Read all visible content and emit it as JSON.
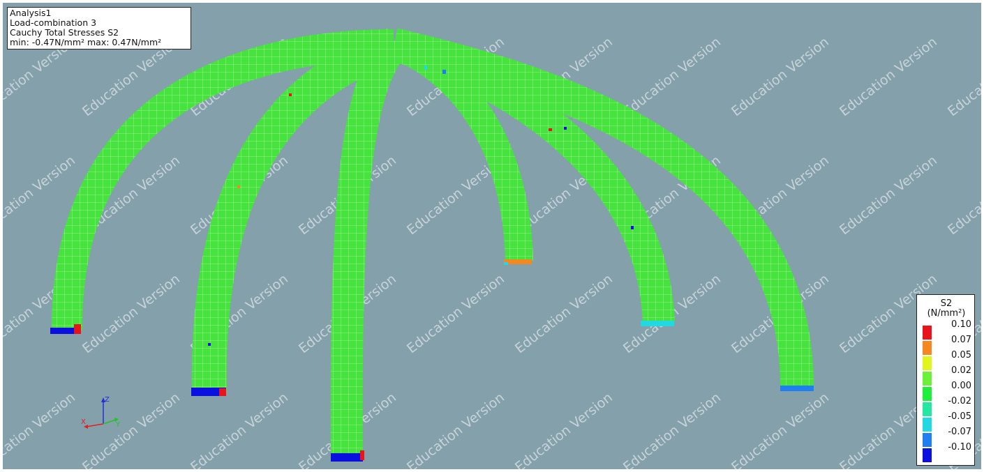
{
  "info": {
    "analysis": "Analysis1",
    "load_case": "Load-combination 3",
    "result": "Cauchy Total Stresses S2",
    "range": "min: -0.47N/mm² max:  0.47N/mm²"
  },
  "legend": {
    "title_line1": "S2",
    "title_line2": "(N/mm²)",
    "entries": [
      {
        "label": "0.10",
        "color": "#e8141b"
      },
      {
        "label": "0.07",
        "color": "#f5891f"
      },
      {
        "label": "0.05",
        "color": "#dff51c"
      },
      {
        "label": "0.02",
        "color": "#6df03a"
      },
      {
        "label": "0.00",
        "color": "#1fee3a"
      },
      {
        "label": "-0.02",
        "color": "#24e7a1"
      },
      {
        "label": "-0.05",
        "color": "#22d8e3"
      },
      {
        "label": "-0.07",
        "color": "#1f7ff2"
      },
      {
        "label": "-0.10",
        "color": "#0a10e0"
      }
    ]
  },
  "watermark": "Education Version",
  "axes": {
    "x": "X",
    "y": "Y",
    "z": "Z"
  },
  "colors": {
    "background": "#84a0ab",
    "mesh": "#46e33e",
    "mesh_lines": "#b9f0a8",
    "watermark": "#d3dde1"
  }
}
